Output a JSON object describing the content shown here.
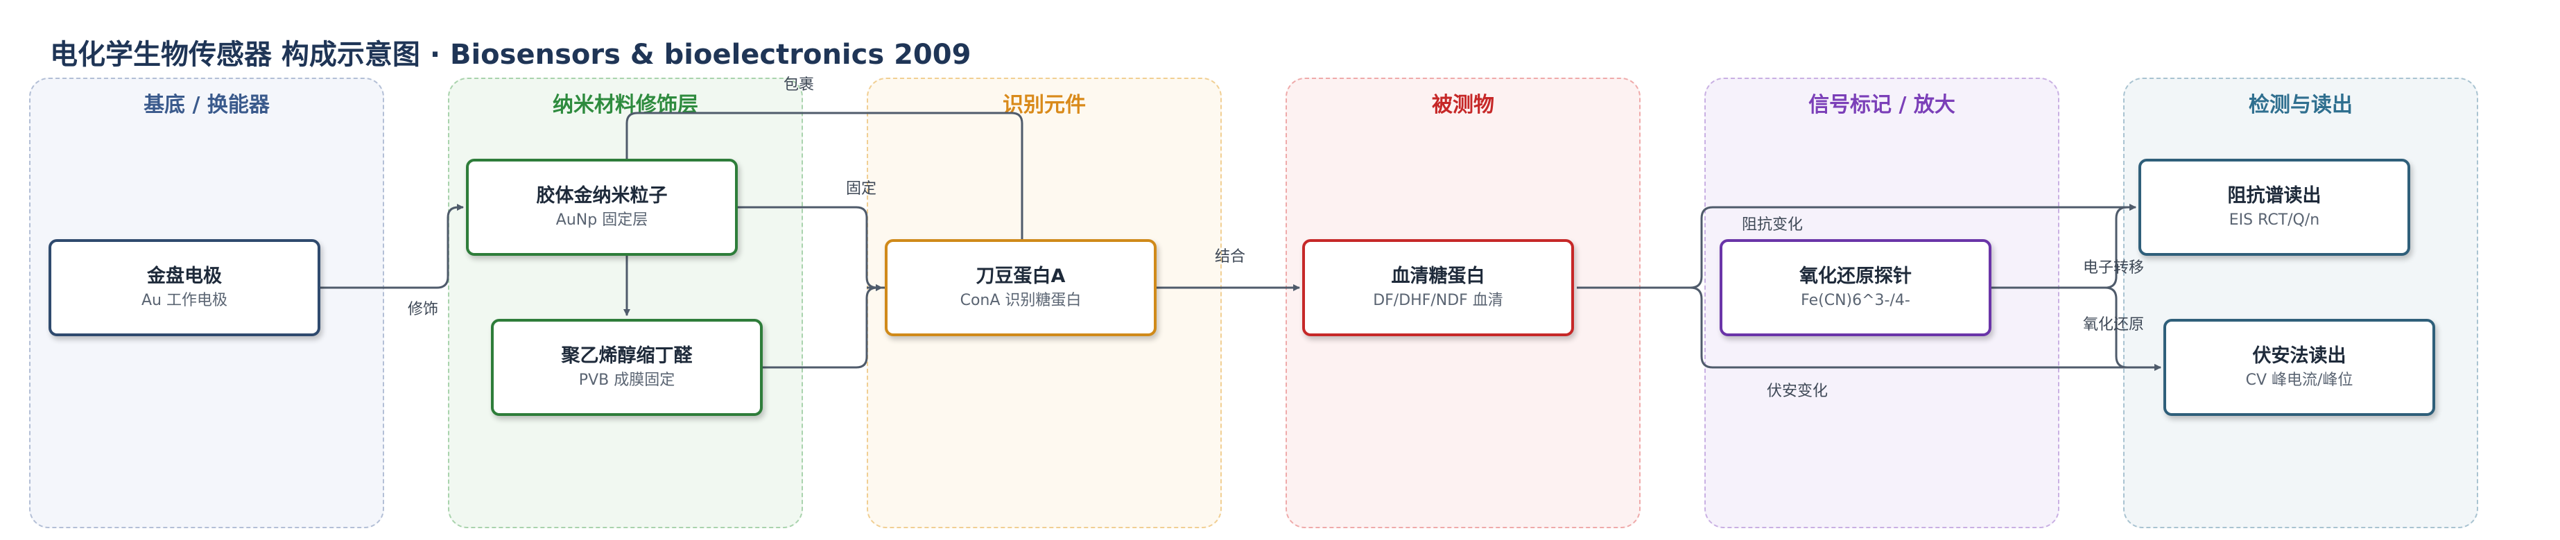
{
  "title": "电化学生物传感器 构成示意图 · Biosensors & bioelectronics 2009",
  "panels": [
    {
      "title": "基底 / 换能器",
      "color": "#3a5a8c",
      "fill": "#f4f6fb",
      "border": "#b3bfd6"
    },
    {
      "title": "纳米材料修饰层",
      "color": "#2e8b3e",
      "fill": "#f1f8f1",
      "border": "#a9d3ad"
    },
    {
      "title": "识别元件",
      "color": "#d98a1a",
      "fill": "#fef9f0",
      "border": "#f1cf93"
    },
    {
      "title": "被测物",
      "color": "#c62828",
      "fill": "#fdf2f2",
      "border": "#efaaaa"
    },
    {
      "title": "信号标记 / 放大",
      "color": "#7b3fb8",
      "fill": "#f6f2fb",
      "border": "#c9b0e3"
    },
    {
      "title": "检测与读出",
      "color": "#2f6f8f",
      "fill": "#f2f6f8",
      "border": "#a9c3d1"
    }
  ],
  "nodes": {
    "gold": {
      "title": "金盘电极",
      "sub": "Au 工作电极",
      "border": "#2f4a6e"
    },
    "aunp": {
      "title": "胶体金纳米粒子",
      "sub": "AuNp 固定层",
      "border": "#2e7d3a"
    },
    "pvb": {
      "title": "聚乙烯醇缩丁醛",
      "sub": "PVB 成膜固定",
      "border": "#2e7d3a"
    },
    "cona": {
      "title": "刀豆蛋白A",
      "sub": "ConA 识别糖蛋白",
      "border": "#d08a1a"
    },
    "serum": {
      "title": "血清糖蛋白",
      "sub": "DF/DHF/NDF 血清",
      "border": "#c62828"
    },
    "probe": {
      "title": "氧化还原探针",
      "sub": "Fe(CN)6^3-/4-",
      "border": "#6a35a8"
    },
    "eis": {
      "title": "阻抗谱读出",
      "sub": "EIS RCT/Q/n",
      "border": "#2f5f7a"
    },
    "cv": {
      "title": "伏安法读出",
      "sub": "CV 峰电流/峰位",
      "border": "#2f5f7a"
    }
  },
  "edge_labels": {
    "modify": "修饰",
    "wrap": "包裹",
    "fix": "固定",
    "bind": "结合",
    "impedance_change": "阻抗变化",
    "voltammetry_change": "伏安变化",
    "electron_transfer": "电子转移",
    "redox": "氧化还原"
  },
  "edge_color": "#4f5b6b"
}
